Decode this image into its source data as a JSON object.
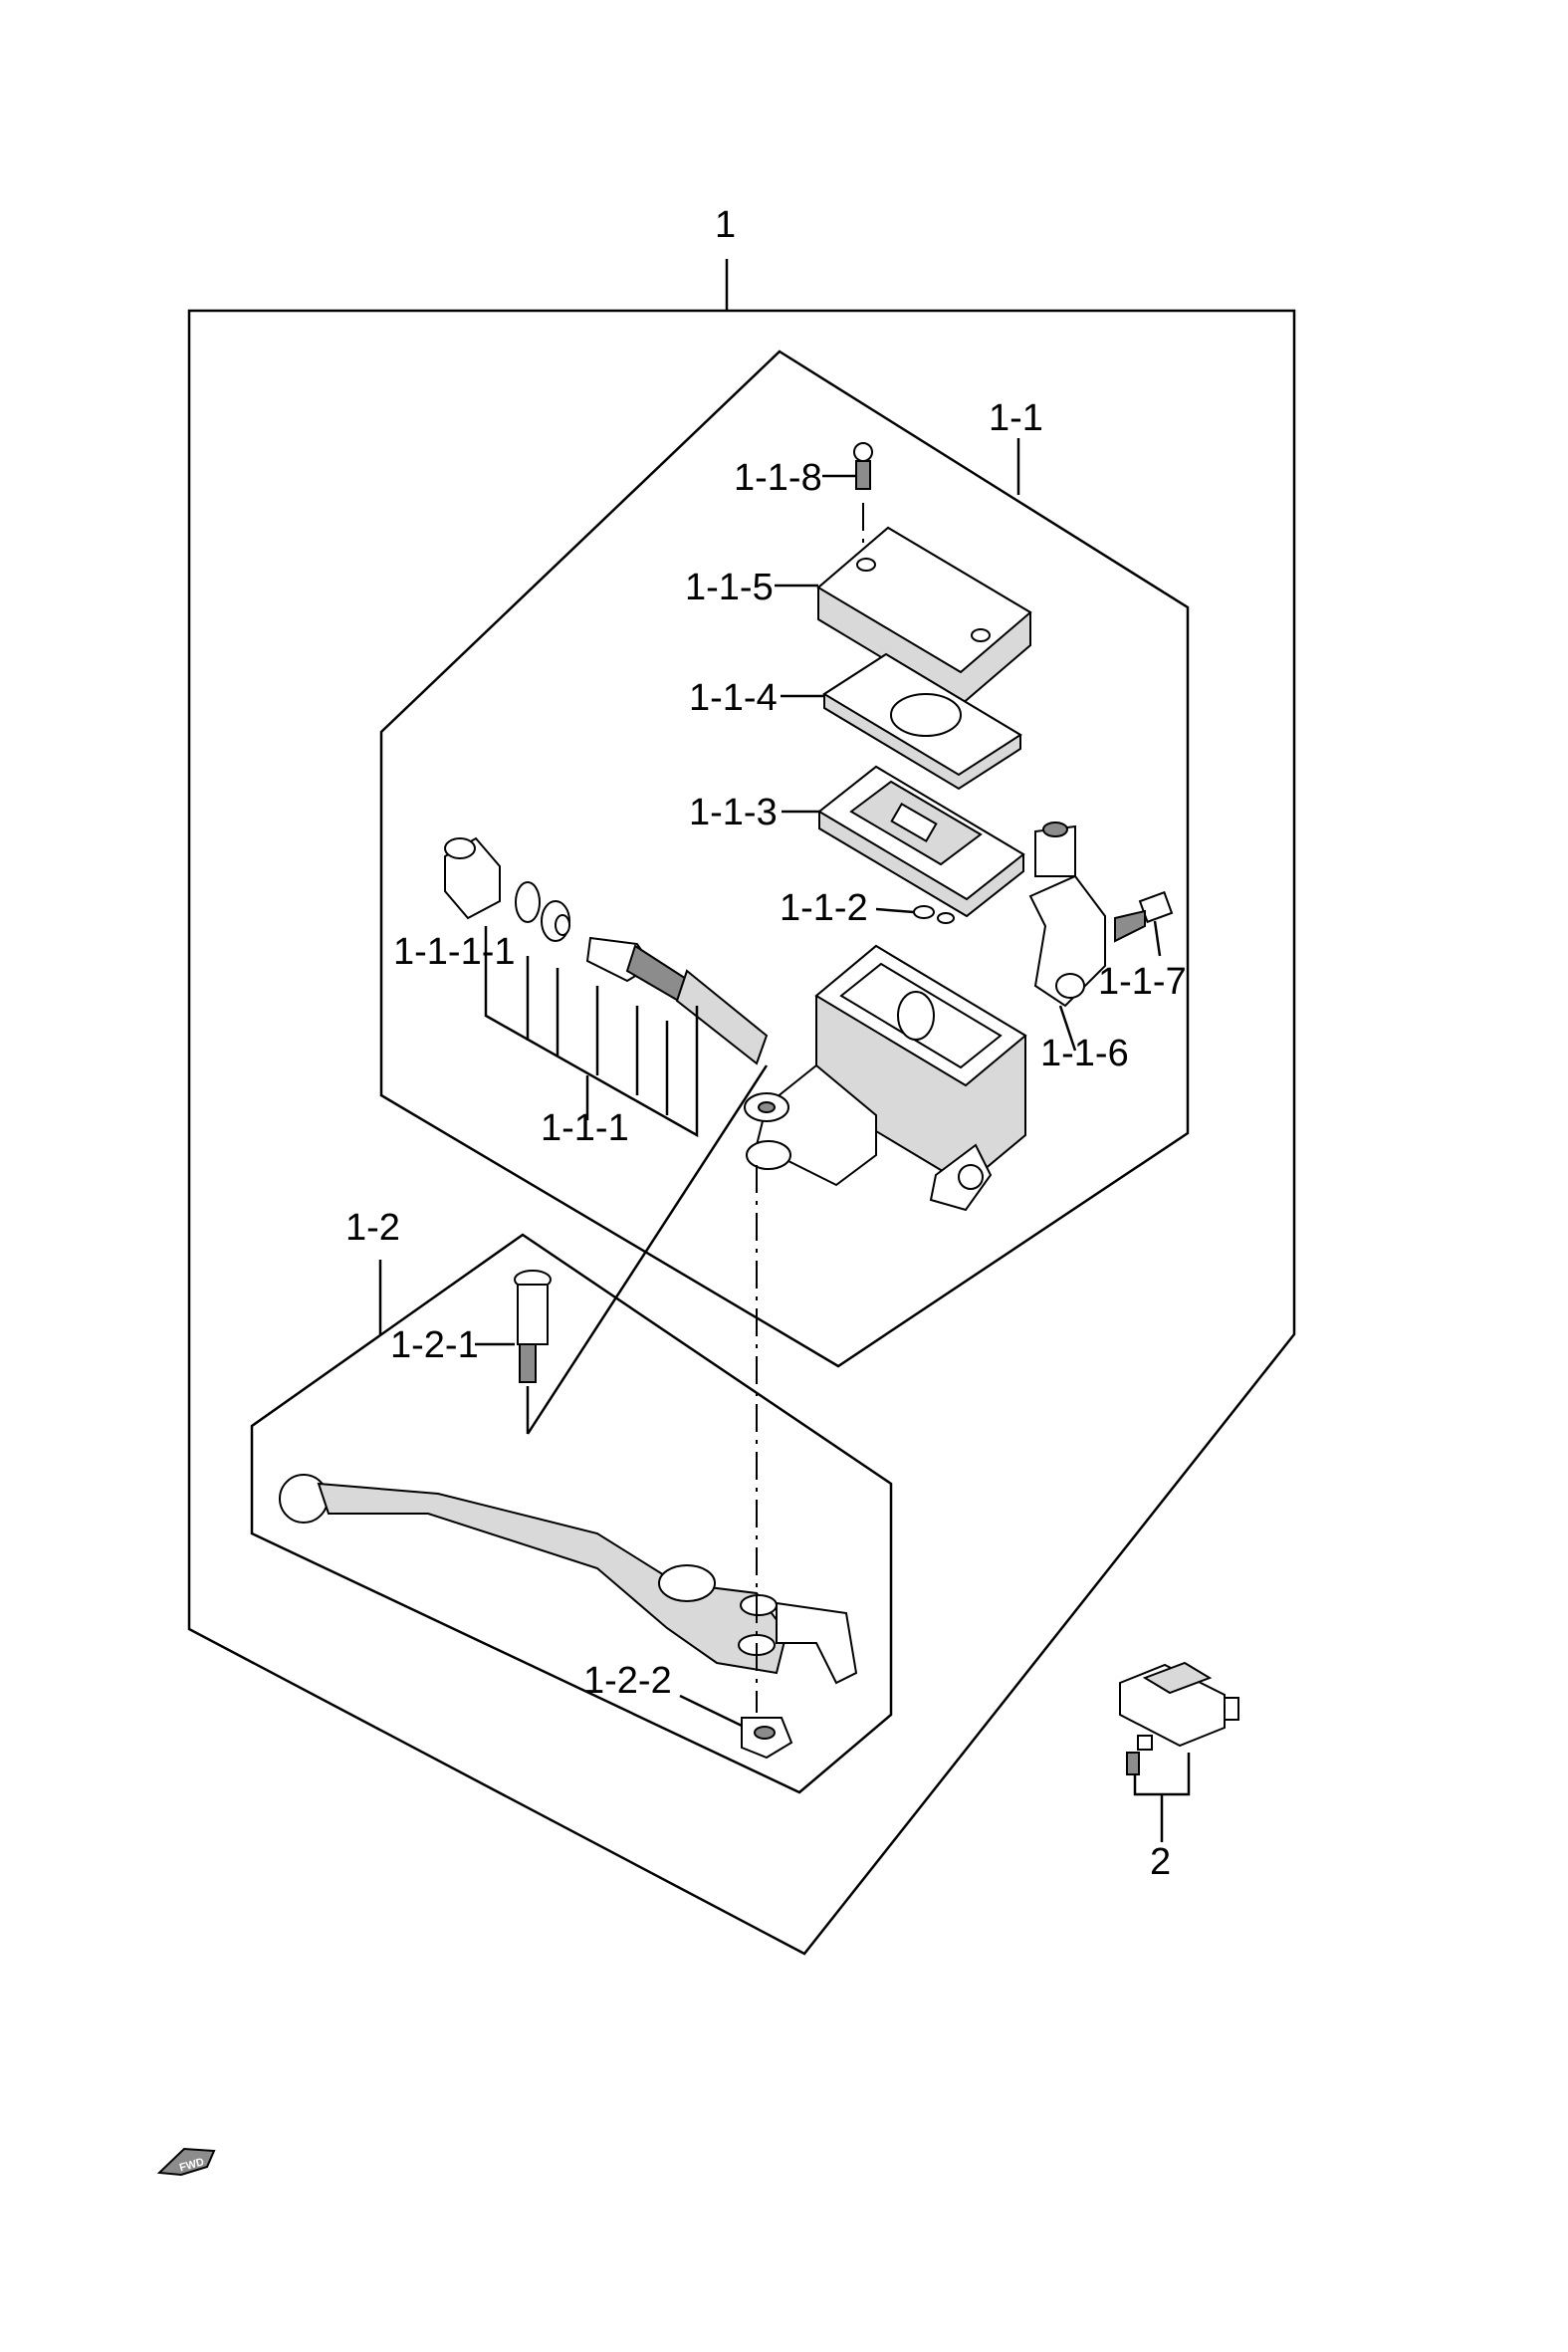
{
  "diagram": {
    "labels": {
      "p1": "1",
      "p1_1": "1-1",
      "p1_1_8": "1-1-8",
      "p1_1_5": "1-1-5",
      "p1_1_4": "1-1-4",
      "p1_1_3": "1-1-3",
      "p1_1_2": "1-1-2",
      "p1_1_1_1": "1-1-1-1",
      "p1_1_7": "1-1-7",
      "p1_1_6": "1-1-6",
      "p1_1_1": "1-1-1",
      "p1_2": "1-2",
      "p1_2_1": "1-2-1",
      "p1_2_2": "1-2-2",
      "p2": "2"
    },
    "fwd_badge": "FWD"
  }
}
